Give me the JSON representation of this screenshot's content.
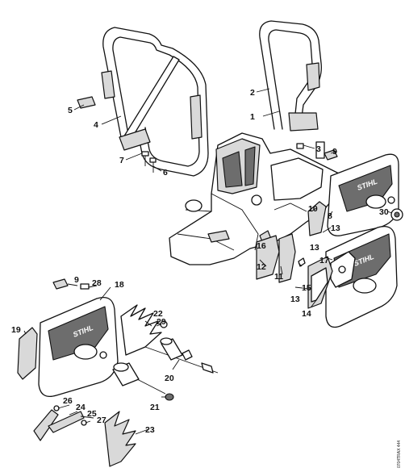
{
  "brand": "STIHL",
  "drawing_code": "0704TRAX 444",
  "callouts": [
    "1",
    "2",
    "3",
    "4",
    "5",
    "6",
    "7",
    "8",
    "9",
    "10",
    "11",
    "12",
    "13",
    "14",
    "15",
    "16",
    "17",
    "18",
    "19",
    "20",
    "21",
    "22",
    "23",
    "24",
    "25",
    "26",
    "27",
    "28",
    "29",
    "30",
    "9",
    "13",
    "13"
  ]
}
